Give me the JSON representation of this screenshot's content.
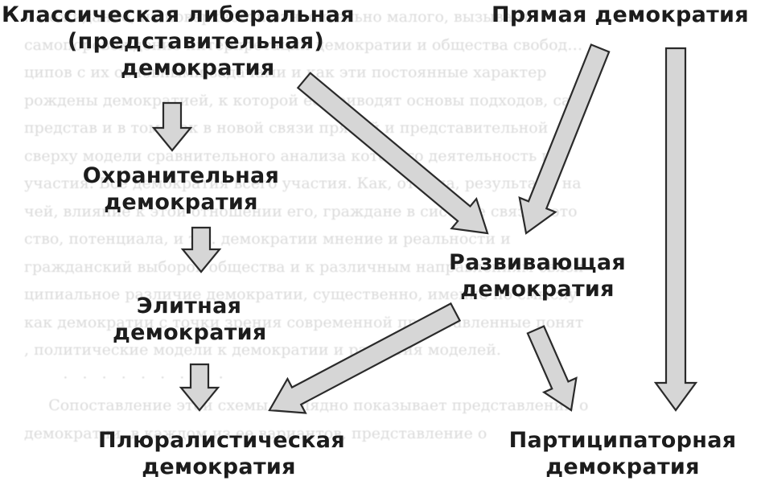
{
  "nodes": {
    "classic": {
      "line1": "Классическая  либеральная",
      "line2": "(представительная)",
      "line3": "демократия"
    },
    "direct": {
      "line1": "Прямая  демократия"
    },
    "protective": {
      "line1": "Охранительная",
      "line2": "демократия"
    },
    "developmental": {
      "line1": "Развивающая",
      "line2": "демократия"
    },
    "elitist": {
      "line1": "Элитная",
      "line2": "демократия"
    },
    "pluralist": {
      "line1": "Плюралистическая",
      "line2": "демократия"
    },
    "participatory": {
      "line1": "Партиципаторная",
      "line2": "демократия"
    }
  },
  "edges": [
    {
      "from": "classic",
      "to": "protective"
    },
    {
      "from": "protective",
      "to": "elitist"
    },
    {
      "from": "elitist",
      "to": "pluralist"
    },
    {
      "from": "classic",
      "to": "developmental"
    },
    {
      "from": "direct",
      "to": "developmental"
    },
    {
      "from": "direct",
      "to": "participatory"
    },
    {
      "from": "developmental",
      "to": "pluralist"
    },
    {
      "from": "developmental",
      "to": "participatory"
    }
  ],
  "colors": {
    "arrow_fill": "#d6d6d6",
    "arrow_stroke": "#2a2a2a",
    "text": "#1c1c1c"
  }
}
